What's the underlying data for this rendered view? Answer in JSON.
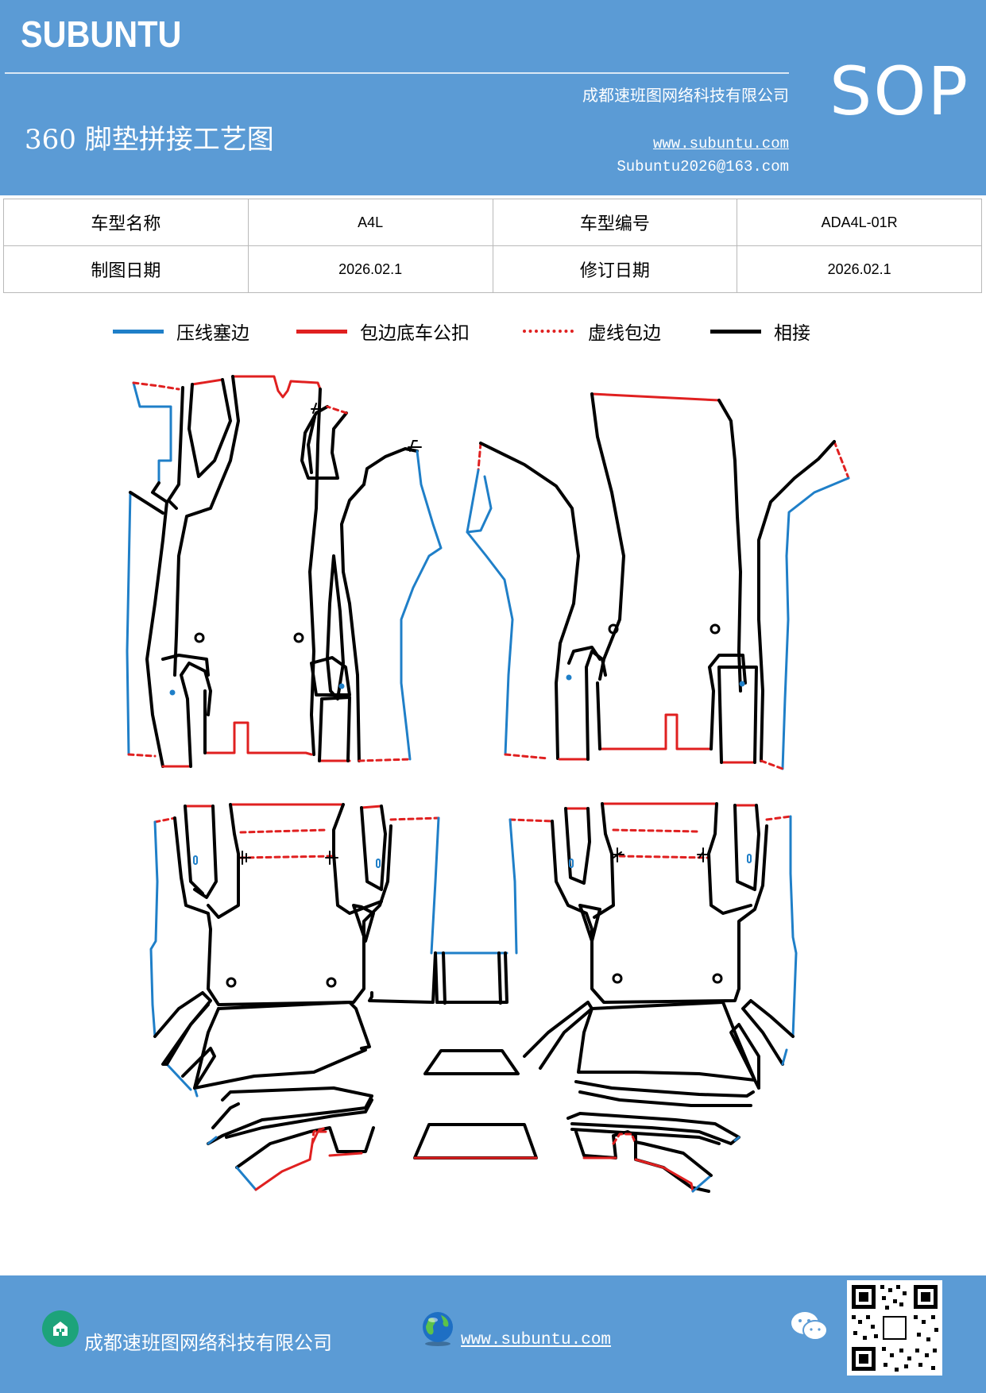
{
  "header": {
    "brand": "SUBUNTU",
    "company": "成都速班图网络科技有限公司",
    "title": "360 脚垫拼接工艺图",
    "website": "www.subuntu.com",
    "email": "Subuntu2026@163.com",
    "sop": "SOP"
  },
  "info_table": {
    "rows": [
      {
        "label1": "车型名称",
        "value1": "A4L",
        "label2": "车型编号",
        "value2": "ADA4L-01R"
      },
      {
        "label1": "制图日期",
        "value1": "2026.02.1",
        "label2": "修订日期",
        "value2": "2026.02.1"
      }
    ]
  },
  "legend": [
    {
      "label": "压线塞边",
      "color": "#1f7fc8",
      "style": "solid"
    },
    {
      "label": "包边底车公扣",
      "color": "#e02020",
      "style": "solid"
    },
    {
      "label": "虚线包边",
      "color": "#e02020",
      "style": "dotted"
    },
    {
      "label": "相接",
      "color": "#000000",
      "style": "solid"
    }
  ],
  "footer": {
    "company": "成都速班图网络科技有限公司",
    "website": "www.subuntu.com ",
    "icons": [
      "home-icon",
      "globe-icon",
      "wechat-icon",
      "qr-code"
    ]
  }
}
